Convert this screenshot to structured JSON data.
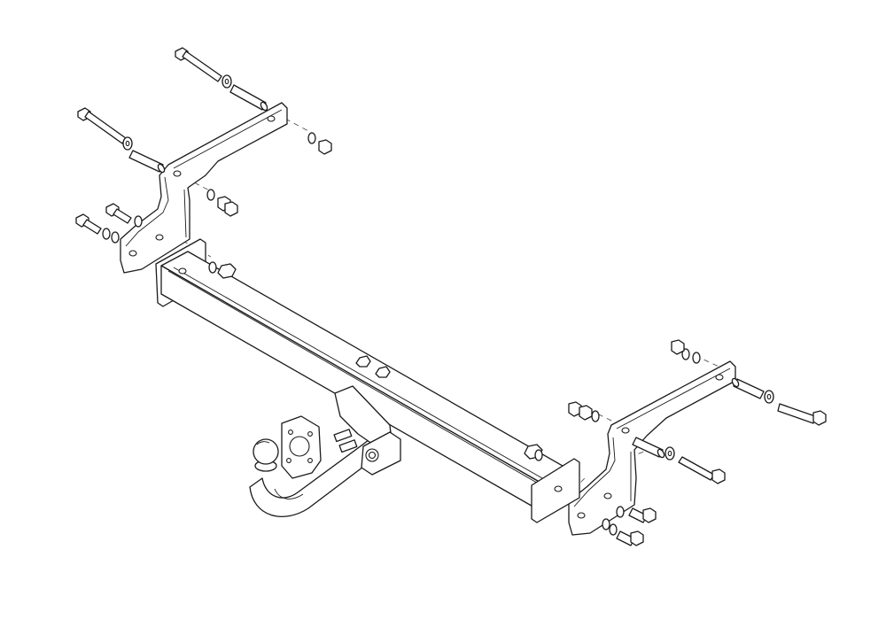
{
  "diagram": {
    "kind": "exploded-view",
    "subject": "tow-bar",
    "components": [
      {
        "id": "crossbar",
        "icon": "square-tube-icon"
      },
      {
        "id": "left-bracket",
        "icon": "bracket-icon"
      },
      {
        "id": "right-bracket",
        "icon": "bracket-icon"
      },
      {
        "id": "tow-ball",
        "icon": "tow-ball-icon"
      },
      {
        "id": "socket-plate",
        "icon": "socket-plate-icon"
      },
      {
        "id": "bolts",
        "icon": "bolt-icon"
      },
      {
        "id": "spacers",
        "icon": "spacer-tube-icon"
      },
      {
        "id": "washers",
        "icon": "washer-icon"
      },
      {
        "id": "nuts",
        "icon": "nut-icon"
      }
    ],
    "colors": {
      "line": "#1a1a1a",
      "background": "#ffffff",
      "guide": "#555555"
    }
  }
}
